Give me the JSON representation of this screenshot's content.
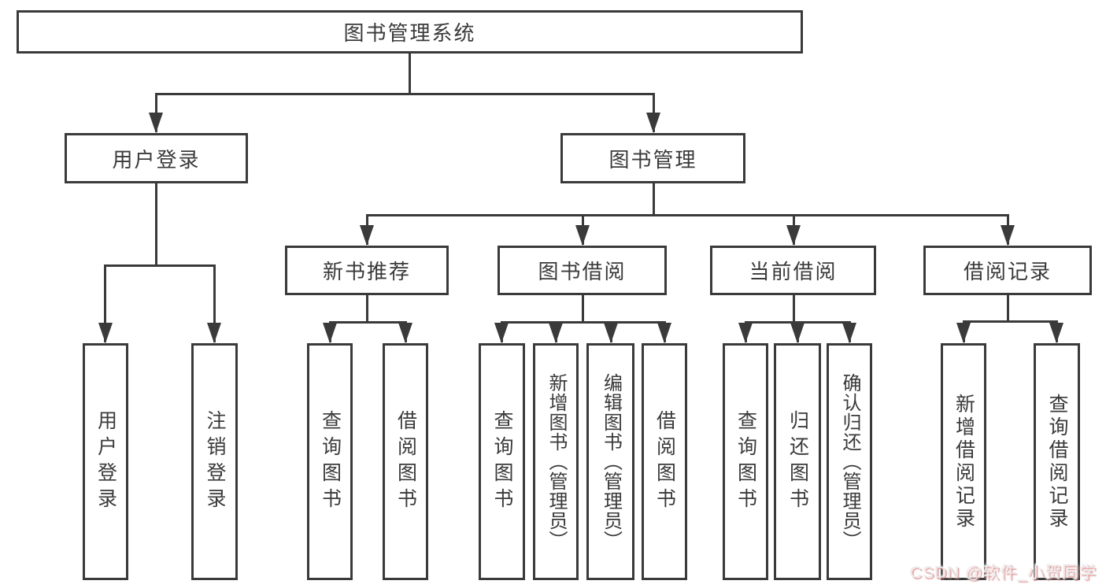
{
  "colors": {
    "line": "#3a3a3a",
    "box_border": "#3a3a3a",
    "text": "#3a3a3a",
    "background": "#ffffff",
    "watermark_text": "#e9e9e9",
    "watermark_shadow": "#d66a6a"
  },
  "diagram": {
    "type": "tree",
    "root": {
      "label": "图书管理系统"
    },
    "level2": [
      {
        "label": "用户登录"
      },
      {
        "label": "图书管理"
      }
    ],
    "level3": [
      {
        "label": "新书推荐"
      },
      {
        "label": "图书借阅"
      },
      {
        "label": "当前借阅"
      },
      {
        "label": "借阅记录"
      }
    ],
    "leaves": {
      "user_login": [
        {
          "label": "用户登录"
        },
        {
          "label": "注销登录"
        }
      ],
      "new_books": [
        {
          "label": "查询图书"
        },
        {
          "label": "借阅图书"
        }
      ],
      "book_borrow": [
        {
          "label": "查询图书"
        },
        {
          "label": "新增图书（管理员）"
        },
        {
          "label": "编辑图书（管理员）"
        },
        {
          "label": "借阅图书"
        }
      ],
      "current_borrow": [
        {
          "label": "查询图书"
        },
        {
          "label": "归还图书"
        },
        {
          "label": "确认归还（管理员）"
        }
      ],
      "borrow_records": [
        {
          "label": "新增借阅记录"
        },
        {
          "label": "查询借阅记录"
        }
      ]
    }
  },
  "watermark": {
    "text": "CSDN @软件_小贺同学"
  }
}
